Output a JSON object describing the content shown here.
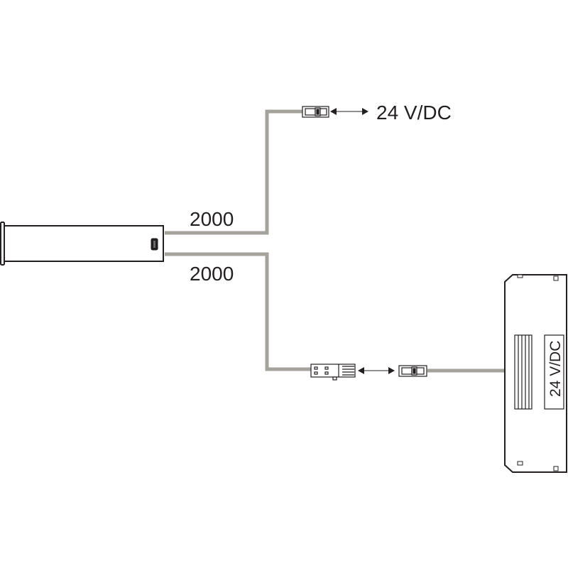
{
  "colors": {
    "cable": "#a5a29b",
    "outline": "#231f20",
    "background": "#ffffff"
  },
  "labels": {
    "top_cable_length": "2000",
    "bottom_cable_length": "2000",
    "top_voltage": "24 V/DC",
    "power_supply_voltage": "24 V/DC"
  },
  "components": {
    "sensor": "sensor-unit",
    "top_connector": "connector-female",
    "bottom_male_connector": "connector-male",
    "bottom_female_connector": "connector-female",
    "power_supply": "power-supply-unit"
  }
}
